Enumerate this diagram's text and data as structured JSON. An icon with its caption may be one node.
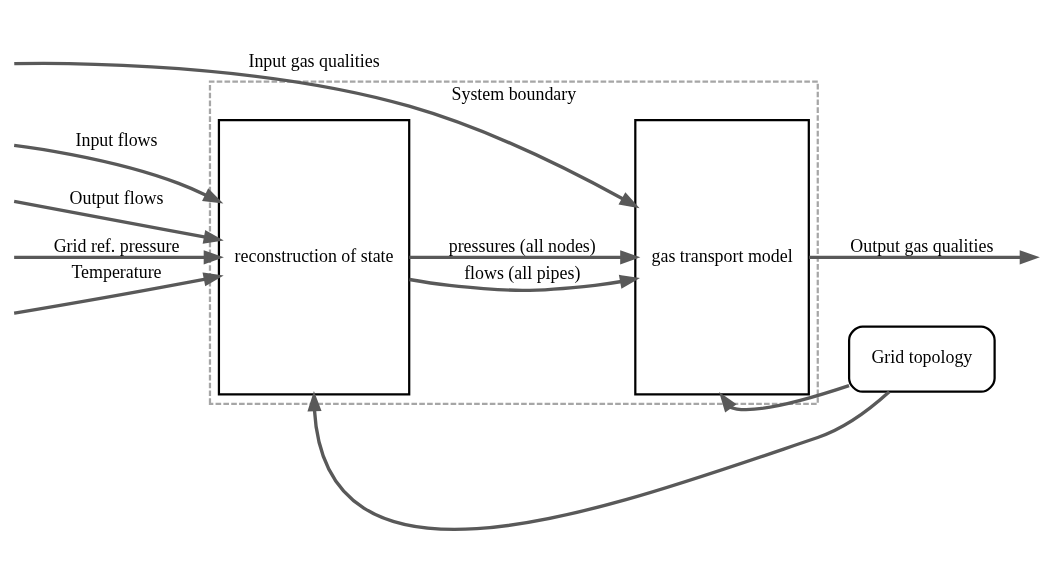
{
  "diagram": {
    "nodes": [
      {
        "text": [
          "System boundary"
        ]
      },
      {
        "text": [
          "reconstruction of state"
        ],
        "in": 0
      },
      {
        "text": [
          "gas transport model"
        ],
        "in": 0
      },
      {
        "text": [
          "Grid topology"
        ]
      }
    ],
    "edges": [
      {
        "from": null,
        "to": 2,
        "arrow": "to",
        "label": "Input gas qualities"
      },
      {
        "from": null,
        "to": 1,
        "arrow": "to",
        "label": "Input flows"
      },
      {
        "from": null,
        "to": 1,
        "arrow": "to",
        "label": "Output flows"
      },
      {
        "from": null,
        "to": 1,
        "arrow": "to",
        "label": "Grid ref. pressure"
      },
      {
        "from": null,
        "to": 1,
        "arrow": "to",
        "label": "Temperature"
      },
      {
        "from": 1,
        "to": 2,
        "arrow": "to",
        "label": "flows (all pipes)"
      },
      {
        "from": 1,
        "to": 2,
        "arrow": "to",
        "label": "pressures (all nodes)"
      },
      {
        "from": 2,
        "to": null,
        "arrow": "to",
        "label": "Output gas qualities"
      },
      {
        "from": 3,
        "to": 1,
        "arrow": "to"
      },
      {
        "from": 3,
        "to": 2,
        "arrow": "to"
      }
    ]
  }
}
